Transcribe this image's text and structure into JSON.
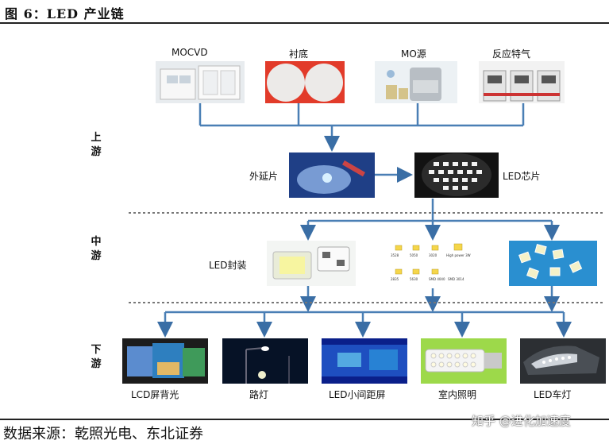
{
  "figure": {
    "title": "图 6：LED 产业链"
  },
  "stages": {
    "upstream": [
      "上",
      "游"
    ],
    "midstream": [
      "中",
      "游"
    ],
    "downstream": [
      "下",
      "游"
    ]
  },
  "upstream_inputs": [
    "MOCVD",
    "衬底",
    "MO源",
    "反应特气"
  ],
  "epitaxy_label": "外延片",
  "chip_label": "LED芯片",
  "packaging_label": "LED封装",
  "package_types": [
    "3528",
    "5050",
    "3020",
    "2835",
    "5630",
    "High power 3W",
    "SMD 4040",
    "SMD 3014"
  ],
  "applications": [
    "LCD屏背光",
    "路灯",
    "LED小间距屏",
    "室内照明",
    "LED车灯"
  ],
  "source": "数据来源：乾照光电、东北证券",
  "watermark": "知乎 @进化加速度",
  "colors": {
    "connector": "#4a7fb5",
    "arrow": "#3a6ea5",
    "dotted_line": "#777777"
  }
}
